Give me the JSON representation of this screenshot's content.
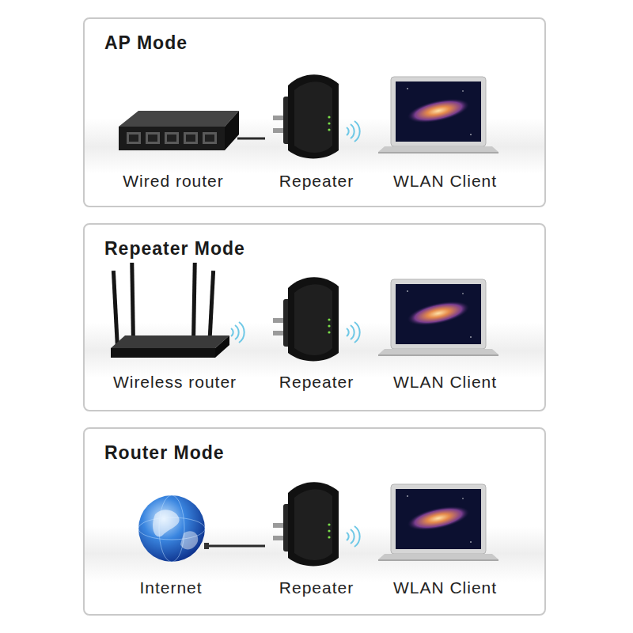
{
  "diagram": {
    "nodes": [
      {
        "text": [
          "AP Mode"
        ]
      },
      {
        "text": [
          "Wired router"
        ],
        "in": 0
      },
      {
        "text": [
          "Repeater"
        ],
        "in": 0
      },
      {
        "text": [
          "WLAN Client"
        ],
        "in": 0
      },
      {
        "text": [
          "Repeater Mode"
        ]
      },
      {
        "text": [
          "Wireless router"
        ],
        "in": 4
      },
      {
        "text": [
          "Repeater"
        ],
        "in": 4
      },
      {
        "text": [
          "WLAN Client"
        ],
        "in": 4
      },
      {
        "text": [
          "Router Mode"
        ]
      },
      {
        "text": [
          "Internet"
        ],
        "in": 8
      },
      {
        "text": [
          "Repeater"
        ],
        "in": 8
      },
      {
        "text": [
          "WLAN Client"
        ],
        "in": 8
      }
    ],
    "edges": [
      {
        "from": 1,
        "to": 2,
        "arrow": "none"
      },
      {
        "from": 9,
        "to": 10,
        "arrow": "none"
      }
    ]
  }
}
